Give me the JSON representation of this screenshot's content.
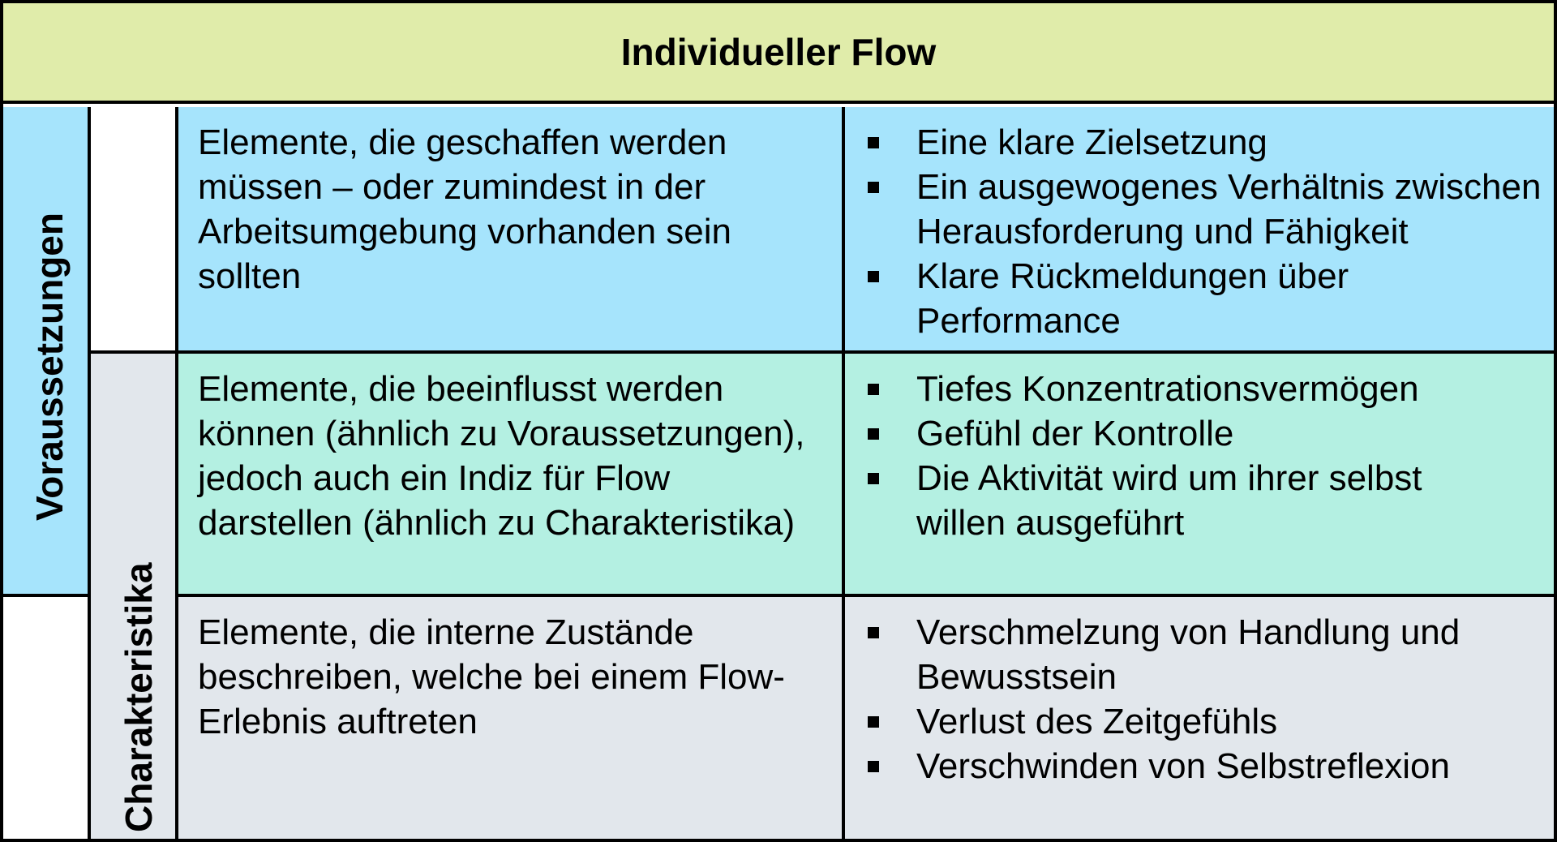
{
  "title": "Individueller Flow",
  "row_labels": {
    "voraussetzungen": "Voraussetzungen",
    "charakteristika": "Charakteristika"
  },
  "rows": [
    {
      "description": [
        "Elemente, die geschaffen werden",
        "müssen – oder zumindest in der",
        "Arbeitsumgebung vorhanden sein",
        "sollten"
      ],
      "items": [
        [
          "Eine klare Zielsetzung"
        ],
        [
          "Ein ausgewogenes Verhältnis zwischen",
          "Herausforderung und Fähigkeit"
        ],
        [
          "Klare Rückmeldungen über",
          "Performance"
        ]
      ]
    },
    {
      "description": [
        "Elemente, die beeinflusst werden",
        "können (ähnlich zu Voraussetzungen),",
        "jedoch auch ein Indiz für Flow",
        "darstellen (ähnlich zu Charakteristika)"
      ],
      "items": [
        [
          "Tiefes Konzentrationsvermögen"
        ],
        [
          "Gefühl der Kontrolle"
        ],
        [
          "Die Aktivität wird um ihrer selbst",
          "willen ausgeführt"
        ]
      ]
    },
    {
      "description": [
        "Elemente, die interne Zustände",
        "beschreiben, welche bei einem Flow-",
        "Erlebnis auftreten"
      ],
      "items": [
        [
          "Verschmelzung von Handlung und",
          "Bewusstsein"
        ],
        [
          "Verlust des Zeitgefühls"
        ],
        [
          "Verschwinden von Selbstreflexion"
        ]
      ]
    }
  ],
  "colors": {
    "header": "#e0ecaa",
    "row1": "#a6e4fc",
    "row2": "#b4f0e2",
    "row3": "#e2e7ec"
  }
}
